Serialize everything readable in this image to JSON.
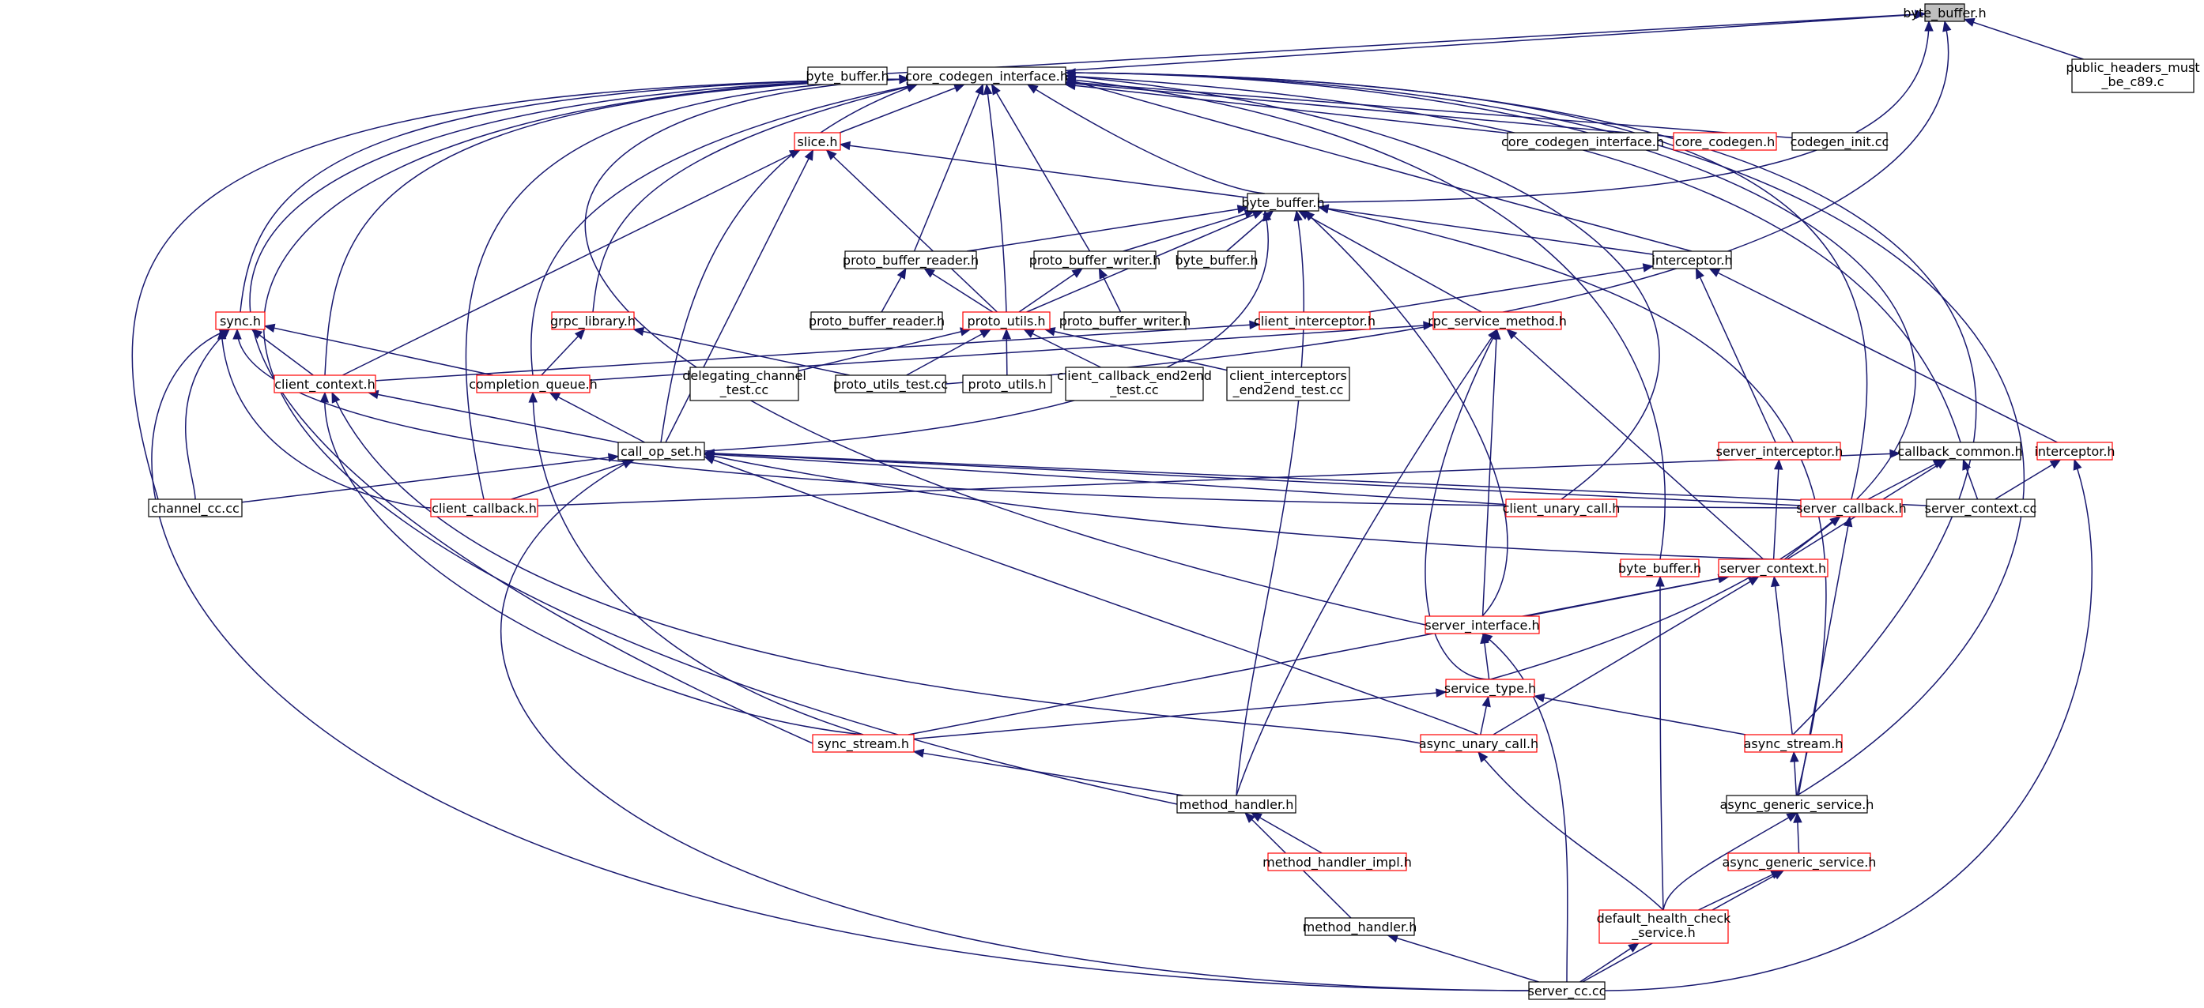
{
  "diagram": {
    "title": "",
    "colors": {
      "edge": "#191970",
      "normal_border": "#000000",
      "red_border": "#ff0000",
      "root_fill": "#bfbfbf"
    },
    "nodes": [
      {
        "id": "root",
        "lines": [
          "byte_buffer.h"
        ],
        "style": "root"
      },
      {
        "id": "byte_buffer_a",
        "lines": [
          "byte_buffer.h"
        ],
        "style": "normal"
      },
      {
        "id": "ccif",
        "lines": [
          "core_codegen_interface.h"
        ],
        "style": "normal"
      },
      {
        "id": "public_headers",
        "lines": [
          "public_headers_must",
          "_be_c89.c"
        ],
        "style": "normal"
      },
      {
        "id": "slice",
        "lines": [
          "slice.h"
        ],
        "style": "red"
      },
      {
        "id": "ccif2",
        "lines": [
          "core_codegen_interface.h"
        ],
        "style": "normal"
      },
      {
        "id": "core_codegen",
        "lines": [
          "core_codegen.h"
        ],
        "style": "red"
      },
      {
        "id": "codegen_init",
        "lines": [
          "codegen_init.cc"
        ],
        "style": "normal"
      },
      {
        "id": "byte_buffer_b",
        "lines": [
          "byte_buffer.h"
        ],
        "style": "normal"
      },
      {
        "id": "pbr",
        "lines": [
          "proto_buffer_reader.h"
        ],
        "style": "normal"
      },
      {
        "id": "pbw",
        "lines": [
          "proto_buffer_writer.h"
        ],
        "style": "normal"
      },
      {
        "id": "byte_buffer_c",
        "lines": [
          "byte_buffer.h"
        ],
        "style": "normal"
      },
      {
        "id": "interceptor",
        "lines": [
          "interceptor.h"
        ],
        "style": "normal"
      },
      {
        "id": "sync",
        "lines": [
          "sync.h"
        ],
        "style": "red"
      },
      {
        "id": "grpc_library",
        "lines": [
          "grpc_library.h"
        ],
        "style": "red"
      },
      {
        "id": "pbr2",
        "lines": [
          "proto_buffer_reader.h"
        ],
        "style": "normal"
      },
      {
        "id": "proto_utils",
        "lines": [
          "proto_utils.h"
        ],
        "style": "red"
      },
      {
        "id": "pbw2",
        "lines": [
          "proto_buffer_writer.h"
        ],
        "style": "normal"
      },
      {
        "id": "client_interceptor",
        "lines": [
          "client_interceptor.h"
        ],
        "style": "red"
      },
      {
        "id": "rpc_service_method",
        "lines": [
          "rpc_service_method.h"
        ],
        "style": "red"
      },
      {
        "id": "client_context",
        "lines": [
          "client_context.h"
        ],
        "style": "red"
      },
      {
        "id": "completion_queue",
        "lines": [
          "completion_queue.h"
        ],
        "style": "red"
      },
      {
        "id": "delegating",
        "lines": [
          "delegating_channel",
          "_test.cc"
        ],
        "style": "normal"
      },
      {
        "id": "proto_utils_test",
        "lines": [
          "proto_utils_test.cc"
        ],
        "style": "normal"
      },
      {
        "id": "proto_utils2",
        "lines": [
          "proto_utils.h"
        ],
        "style": "normal"
      },
      {
        "id": "client_callback_e2e",
        "lines": [
          "client_callback_end2end",
          "_test.cc"
        ],
        "style": "normal"
      },
      {
        "id": "client_interceptors_e2e",
        "lines": [
          "client_interceptors",
          "_end2end_test.cc"
        ],
        "style": "normal"
      },
      {
        "id": "call_op_set",
        "lines": [
          "call_op_set.h"
        ],
        "style": "normal"
      },
      {
        "id": "server_interceptor",
        "lines": [
          "server_interceptor.h"
        ],
        "style": "red"
      },
      {
        "id": "callback_common",
        "lines": [
          "callback_common.h"
        ],
        "style": "normal"
      },
      {
        "id": "interceptor2",
        "lines": [
          "interceptor.h"
        ],
        "style": "red"
      },
      {
        "id": "channel_cc",
        "lines": [
          "channel_cc.cc"
        ],
        "style": "normal"
      },
      {
        "id": "client_callback",
        "lines": [
          "client_callback.h"
        ],
        "style": "red"
      },
      {
        "id": "client_unary_call",
        "lines": [
          "client_unary_call.h"
        ],
        "style": "red"
      },
      {
        "id": "server_callback",
        "lines": [
          "server_callback.h"
        ],
        "style": "red"
      },
      {
        "id": "server_context_cc",
        "lines": [
          "server_context.cc"
        ],
        "style": "normal"
      },
      {
        "id": "byte_buffer_d",
        "lines": [
          "byte_buffer.h"
        ],
        "style": "red"
      },
      {
        "id": "server_context",
        "lines": [
          "server_context.h"
        ],
        "style": "red"
      },
      {
        "id": "server_interface",
        "lines": [
          "server_interface.h"
        ],
        "style": "red"
      },
      {
        "id": "service_type",
        "lines": [
          "service_type.h"
        ],
        "style": "red"
      },
      {
        "id": "sync_stream",
        "lines": [
          "sync_stream.h"
        ],
        "style": "red"
      },
      {
        "id": "async_unary_call",
        "lines": [
          "async_unary_call.h"
        ],
        "style": "red"
      },
      {
        "id": "async_stream",
        "lines": [
          "async_stream.h"
        ],
        "style": "red"
      },
      {
        "id": "method_handler",
        "lines": [
          "method_handler.h"
        ],
        "style": "normal"
      },
      {
        "id": "async_generic_service",
        "lines": [
          "async_generic_service.h"
        ],
        "style": "normal"
      },
      {
        "id": "method_handler_impl",
        "lines": [
          "method_handler_impl.h"
        ],
        "style": "red"
      },
      {
        "id": "async_generic_service2",
        "lines": [
          "async_generic_service.h"
        ],
        "style": "red"
      },
      {
        "id": "method_handler2",
        "lines": [
          "method_handler.h"
        ],
        "style": "normal"
      },
      {
        "id": "default_health",
        "lines": [
          "default_health_check",
          "_service.h"
        ],
        "style": "red"
      },
      {
        "id": "server_cc",
        "lines": [
          "server_cc.cc"
        ],
        "style": "normal"
      }
    ],
    "edges": [
      {
        "from": "root",
        "to": "byte_buffer_a"
      },
      {
        "from": "root",
        "to": "ccif"
      },
      {
        "from": "root",
        "to": "public_headers"
      },
      {
        "from": "root",
        "to": "byte_buffer_b"
      },
      {
        "from": "root",
        "to": "proto_utils_test"
      },
      {
        "from": "ccif",
        "to": "slice"
      },
      {
        "from": "ccif",
        "to": "ccif2"
      },
      {
        "from": "ccif",
        "to": "core_codegen"
      },
      {
        "from": "ccif",
        "to": "codegen_init"
      },
      {
        "from": "ccif",
        "to": "byte_buffer_b"
      },
      {
        "from": "ccif",
        "to": "pbr"
      },
      {
        "from": "ccif",
        "to": "pbw"
      },
      {
        "from": "ccif",
        "to": "interceptor"
      },
      {
        "from": "ccif",
        "to": "sync"
      },
      {
        "from": "ccif",
        "to": "grpc_library"
      },
      {
        "from": "ccif",
        "to": "proto_utils"
      },
      {
        "from": "ccif",
        "to": "client_context"
      },
      {
        "from": "ccif",
        "to": "completion_queue"
      },
      {
        "from": "ccif",
        "to": "call_op_set"
      },
      {
        "from": "ccif",
        "to": "callback_common"
      },
      {
        "from": "ccif",
        "to": "channel_cc"
      },
      {
        "from": "ccif",
        "to": "client_callback"
      },
      {
        "from": "ccif",
        "to": "client_unary_call"
      },
      {
        "from": "ccif",
        "to": "server_callback"
      },
      {
        "from": "ccif",
        "to": "byte_buffer_d"
      },
      {
        "from": "ccif",
        "to": "server_interface"
      },
      {
        "from": "ccif",
        "to": "service_type"
      },
      {
        "from": "ccif",
        "to": "sync_stream"
      },
      {
        "from": "ccif",
        "to": "async_stream"
      },
      {
        "from": "ccif",
        "to": "method_handler"
      },
      {
        "from": "ccif",
        "to": "async_generic_service"
      },
      {
        "from": "slice",
        "to": "byte_buffer_b"
      },
      {
        "from": "slice",
        "to": "proto_utils"
      },
      {
        "from": "slice",
        "to": "client_context"
      },
      {
        "from": "slice",
        "to": "call_op_set"
      },
      {
        "from": "byte_buffer_b",
        "to": "pbr"
      },
      {
        "from": "byte_buffer_b",
        "to": "pbw"
      },
      {
        "from": "byte_buffer_b",
        "to": "byte_buffer_c"
      },
      {
        "from": "byte_buffer_b",
        "to": "interceptor"
      },
      {
        "from": "byte_buffer_b",
        "to": "proto_utils"
      },
      {
        "from": "byte_buffer_b",
        "to": "rpc_service_method"
      },
      {
        "from": "byte_buffer_b",
        "to": "call_op_set"
      },
      {
        "from": "byte_buffer_b",
        "to": "method_handler"
      },
      {
        "from": "byte_buffer_b",
        "to": "server_interface"
      },
      {
        "from": "byte_buffer_b",
        "to": "async_generic_service"
      },
      {
        "from": "pbr",
        "to": "pbr2"
      },
      {
        "from": "pbr",
        "to": "proto_utils"
      },
      {
        "from": "pbw",
        "to": "proto_utils"
      },
      {
        "from": "pbw",
        "to": "pbw2"
      },
      {
        "from": "interceptor",
        "to": "client_interceptor"
      },
      {
        "from": "interceptor",
        "to": "server_interceptor"
      },
      {
        "from": "interceptor",
        "to": "interceptor2"
      },
      {
        "from": "sync",
        "to": "client_context"
      },
      {
        "from": "sync",
        "to": "completion_queue"
      },
      {
        "from": "sync",
        "to": "channel_cc"
      },
      {
        "from": "sync",
        "to": "client_callback"
      },
      {
        "from": "sync",
        "to": "server_callback"
      },
      {
        "from": "sync",
        "to": "server_cc"
      },
      {
        "from": "grpc_library",
        "to": "completion_queue"
      },
      {
        "from": "grpc_library",
        "to": "proto_utils_test"
      },
      {
        "from": "proto_utils",
        "to": "delegating"
      },
      {
        "from": "proto_utils",
        "to": "proto_utils_test"
      },
      {
        "from": "proto_utils",
        "to": "proto_utils2"
      },
      {
        "from": "proto_utils",
        "to": "client_callback_e2e"
      },
      {
        "from": "proto_utils",
        "to": "client_interceptors_e2e"
      },
      {
        "from": "client_interceptor",
        "to": "client_context"
      },
      {
        "from": "rpc_service_method",
        "to": "completion_queue"
      },
      {
        "from": "rpc_service_method",
        "to": "server_context"
      },
      {
        "from": "rpc_service_method",
        "to": "server_interface"
      },
      {
        "from": "rpc_service_method",
        "to": "service_type"
      },
      {
        "from": "rpc_service_method",
        "to": "method_handler"
      },
      {
        "from": "client_context",
        "to": "call_op_set"
      },
      {
        "from": "client_context",
        "to": "sync_stream"
      },
      {
        "from": "client_context",
        "to": "async_unary_call"
      },
      {
        "from": "completion_queue",
        "to": "call_op_set"
      },
      {
        "from": "completion_queue",
        "to": "sync_stream"
      },
      {
        "from": "call_op_set",
        "to": "channel_cc"
      },
      {
        "from": "call_op_set",
        "to": "client_callback"
      },
      {
        "from": "call_op_set",
        "to": "client_unary_call"
      },
      {
        "from": "call_op_set",
        "to": "server_callback"
      },
      {
        "from": "call_op_set",
        "to": "server_context_cc"
      },
      {
        "from": "call_op_set",
        "to": "server_context"
      },
      {
        "from": "call_op_set",
        "to": "async_unary_call"
      },
      {
        "from": "call_op_set",
        "to": "server_cc"
      },
      {
        "from": "callback_common",
        "to": "client_callback"
      },
      {
        "from": "callback_common",
        "to": "server_callback"
      },
      {
        "from": "callback_common",
        "to": "server_context_cc"
      },
      {
        "from": "callback_common",
        "to": "server_context"
      },
      {
        "from": "server_interceptor",
        "to": "server_context"
      },
      {
        "from": "interceptor2",
        "to": "server_context_cc"
      },
      {
        "from": "interceptor2",
        "to": "server_cc"
      },
      {
        "from": "server_callback",
        "to": "server_context"
      },
      {
        "from": "server_callback",
        "to": "async_generic_service"
      },
      {
        "from": "byte_buffer_d",
        "to": "default_health"
      },
      {
        "from": "server_context",
        "to": "server_interface"
      },
      {
        "from": "server_context",
        "to": "sync_stream"
      },
      {
        "from": "server_context",
        "to": "async_unary_call"
      },
      {
        "from": "server_context",
        "to": "async_stream"
      },
      {
        "from": "server_interface",
        "to": "service_type"
      },
      {
        "from": "server_interface",
        "to": "server_cc"
      },
      {
        "from": "service_type",
        "to": "sync_stream"
      },
      {
        "from": "service_type",
        "to": "async_unary_call"
      },
      {
        "from": "service_type",
        "to": "async_stream"
      },
      {
        "from": "sync_stream",
        "to": "method_handler"
      },
      {
        "from": "async_unary_call",
        "to": "default_health"
      },
      {
        "from": "async_stream",
        "to": "async_generic_service"
      },
      {
        "from": "method_handler",
        "to": "method_handler_impl"
      },
      {
        "from": "method_handler",
        "to": "method_handler2"
      },
      {
        "from": "async_generic_service",
        "to": "async_generic_service2"
      },
      {
        "from": "async_generic_service",
        "to": "default_health"
      },
      {
        "from": "async_generic_service2",
        "to": "default_health"
      },
      {
        "from": "async_generic_service2",
        "to": "server_cc"
      },
      {
        "from": "method_handler2",
        "to": "server_cc"
      },
      {
        "from": "default_health",
        "to": "server_cc"
      }
    ]
  }
}
